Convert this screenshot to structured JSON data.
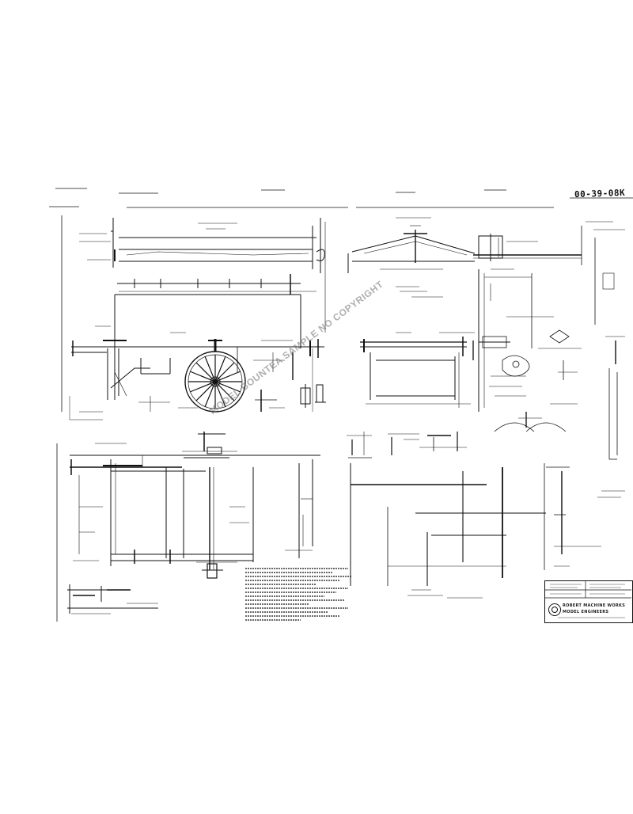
{
  "drawing": {
    "number": "00-39-08K",
    "watermark": "MODEL BOUNTEA SAMPLE NO COPYRIGHT",
    "title_block": {
      "line1": "ROBERT MACHINE WORKS",
      "line2": "MODEL ENGINEERS"
    }
  },
  "colors": {
    "ink": "#111111",
    "paper": "#ffffff",
    "watermark": "#8c8c8c"
  }
}
